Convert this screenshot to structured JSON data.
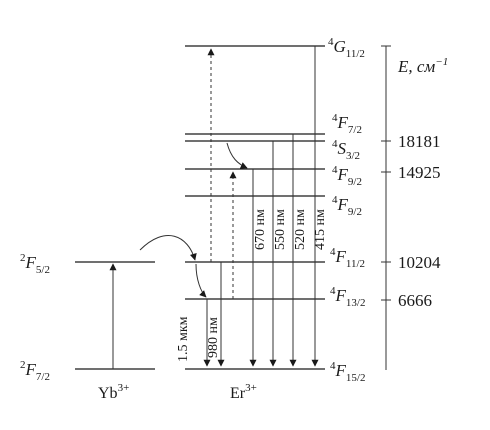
{
  "axis": {
    "label": "E, см",
    "exponent": "−1"
  },
  "ions": {
    "yb": "Yb",
    "yb_charge": "3+",
    "er": "Er",
    "er_charge": "3+"
  },
  "yb_levels": [
    {
      "pre": "2",
      "L": "F",
      "j": "5/2"
    },
    {
      "pre": "2",
      "L": "F",
      "j": "7/2"
    }
  ],
  "er_levels": [
    {
      "pre": "4",
      "L": "G",
      "j": "11/2",
      "energy": ""
    },
    {
      "pre": "4",
      "L": "F",
      "j": "7/2",
      "energy": "18181"
    },
    {
      "pre": "4",
      "L": "S",
      "j": "3/2",
      "energy": ""
    },
    {
      "pre": "4",
      "L": "F",
      "j": "9/2",
      "energy": "14925"
    },
    {
      "pre": "4",
      "L": "F",
      "j": "9/2",
      "energy": ""
    },
    {
      "pre": "4",
      "L": "F",
      "j": "11/2",
      "energy": "10204"
    },
    {
      "pre": "4",
      "L": "F",
      "j": "13/2",
      "energy": "6666"
    },
    {
      "pre": "4",
      "L": "F",
      "j": "15/2",
      "energy": ""
    }
  ],
  "emission_labels": [
    "670 нм",
    "550 нм",
    "520 нм",
    "415 нм"
  ],
  "ir_labels": [
    "980 нм",
    "1.5 мкм"
  ]
}
